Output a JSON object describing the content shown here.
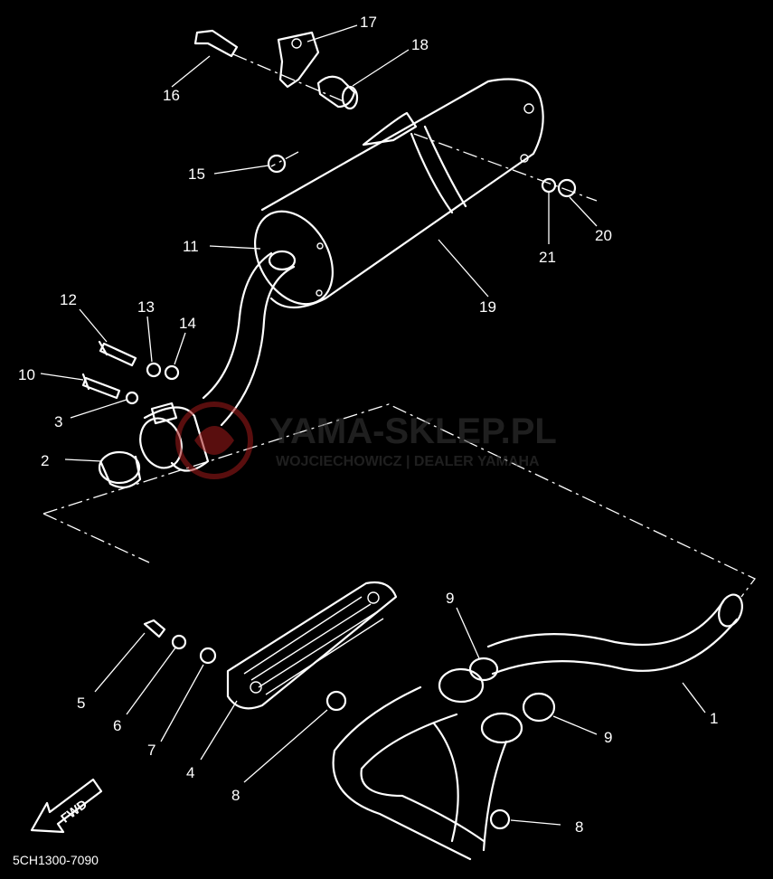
{
  "diagram": {
    "code": "5CH1300-7090",
    "fwd_label": "FWD",
    "watermark": {
      "title": "YAMA-SKLEP.PL",
      "subtitle": "WOJCIECHOWICZ | DEALER YAMAHA"
    },
    "callouts": [
      "1",
      "2",
      "3",
      "4",
      "5",
      "6",
      "7",
      "8",
      "8",
      "9",
      "9",
      "10",
      "11",
      "12",
      "13",
      "14",
      "15",
      "16",
      "17",
      "18",
      "19",
      "20",
      "21"
    ]
  }
}
